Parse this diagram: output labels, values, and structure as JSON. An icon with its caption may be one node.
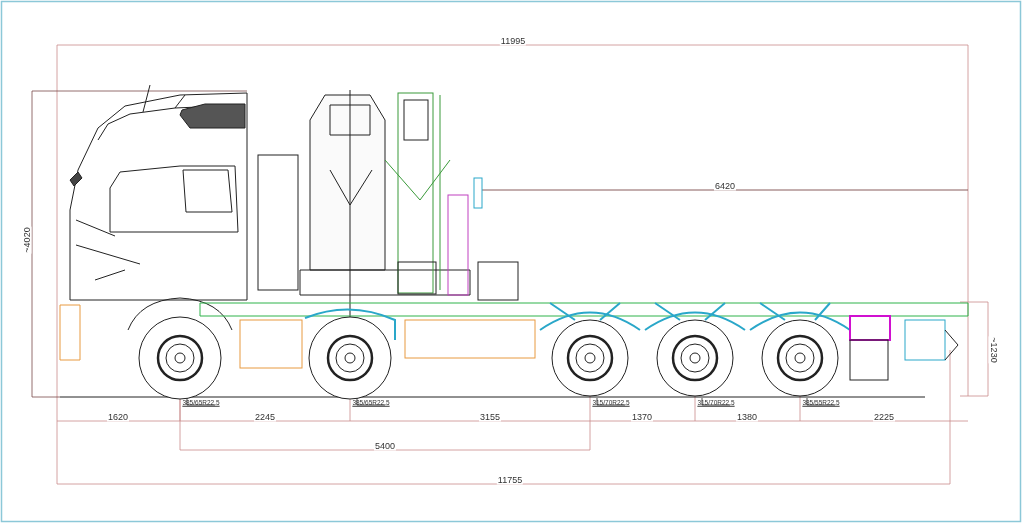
{
  "diagram": {
    "labels": [
      "11995",
      "~4020",
      "6420",
      "~1230",
      "385/65R22.5",
      "385/65R22.5",
      "315/70R22.5",
      "315/70R22.5",
      "385/55R22.5",
      "1620",
      "2245",
      "3155",
      "1370",
      "1380",
      "2225",
      "5400",
      "11755"
    ]
  }
}
